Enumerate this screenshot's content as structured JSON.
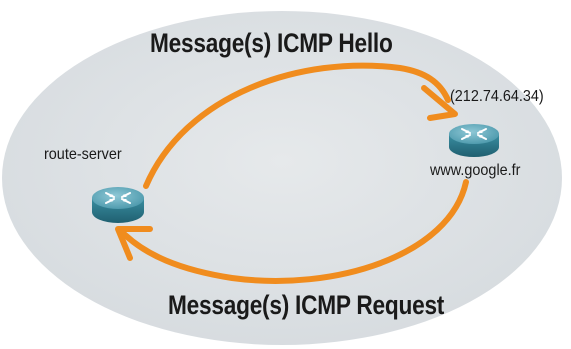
{
  "diagram": {
    "top_label": "Message(s) ICMP Hello",
    "bottom_label": "Message(s) ICMP Request",
    "nodes": [
      {
        "name": "route-server",
        "ip": ""
      },
      {
        "name": "www.google.fr",
        "ip": "(212.74.64.34)"
      }
    ]
  },
  "colors": {
    "background_ellipse": "#dfe3e6",
    "arrow": "#f08c1e",
    "router_body": "#2f7e90",
    "router_top": "#6fb3c4"
  },
  "icons": [
    "router-icon",
    "router-icon"
  ]
}
